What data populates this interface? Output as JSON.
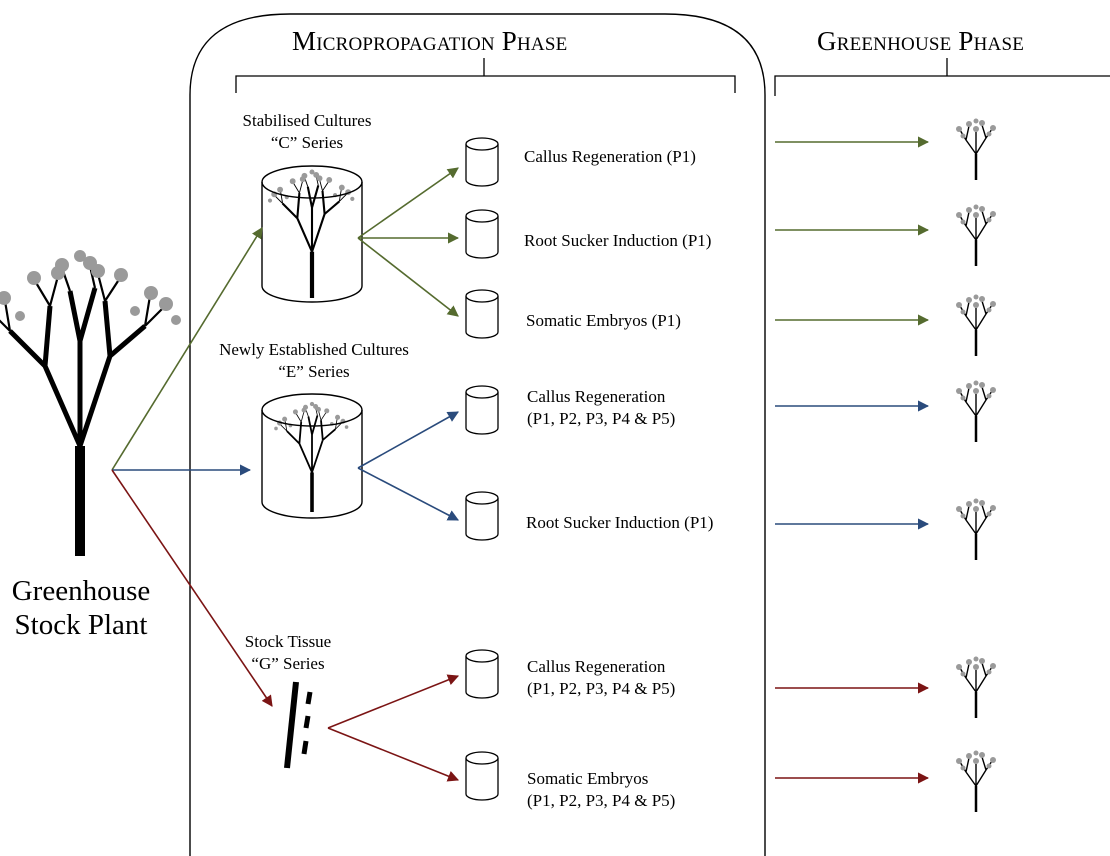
{
  "headers": {
    "micro": "Micropropagation Phase",
    "greenhouse": "Greenhouse Phase"
  },
  "stock_plant": {
    "line1": "Greenhouse",
    "line2": "Stock Plant"
  },
  "series": {
    "c": {
      "line1": "Stabilised Cultures",
      "line2": "“C” Series"
    },
    "e": {
      "line1": "Newly Established Cultures",
      "line2": "“E” Series"
    },
    "g": {
      "line1": "Stock Tissue",
      "line2": "“G” Series"
    }
  },
  "outputs": [
    {
      "line1": "Callus Regeneration (P1)",
      "line2": ""
    },
    {
      "line1": "Root Sucker Induction (P1)",
      "line2": ""
    },
    {
      "line1": "Somatic Embryos (P1)",
      "line2": ""
    },
    {
      "line1": "Callus Regeneration",
      "line2": "(P1, P2, P3, P4 & P5)"
    },
    {
      "line1": "Root Sucker Induction (P1)",
      "line2": ""
    },
    {
      "line1": "Callus Regeneration",
      "line2": "(P1, P2, P3, P4 & P5)"
    },
    {
      "line1": "Somatic Embryos",
      "line2": "(P1, P2, P3, P4 & P5)"
    }
  ],
  "colors": {
    "c": "#556b2f",
    "e": "#2a4b7c",
    "g": "#7b1414"
  }
}
